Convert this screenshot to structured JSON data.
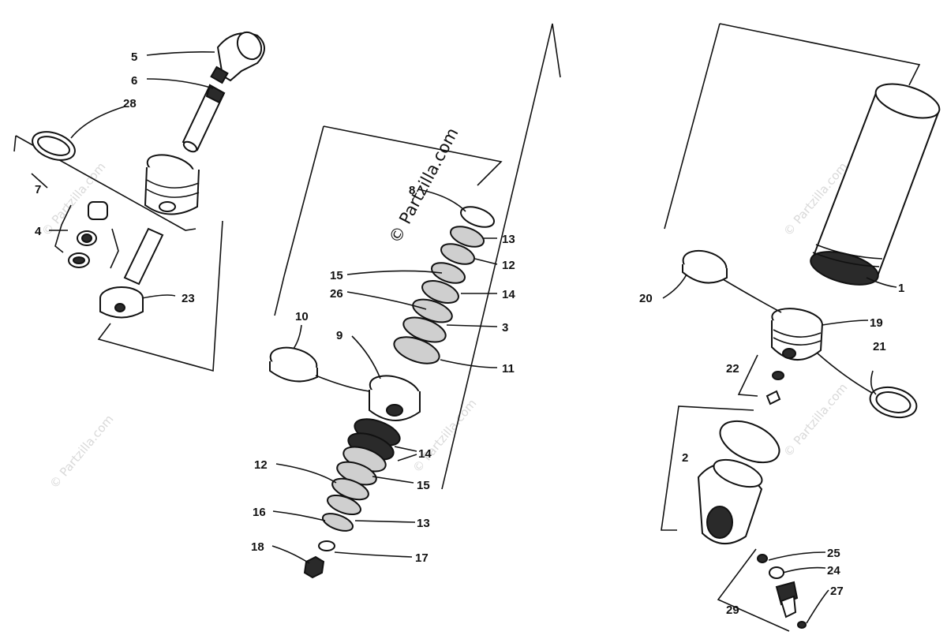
{
  "watermarks": {
    "main": "© Partzilla.com",
    "faint": "© Partzilla.com"
  },
  "labels": {
    "l1": "1",
    "l2": "2",
    "l3": "3",
    "l4": "4",
    "l5": "5",
    "l6": "6",
    "l7": "7",
    "l8": "8",
    "l9": "9",
    "l10": "10",
    "l11": "11",
    "l12a": "12",
    "l12b": "12",
    "l13a": "13",
    "l13b": "13",
    "l14a": "14",
    "l14b": "14",
    "l15a": "15",
    "l15b": "15",
    "l16": "16",
    "l17": "17",
    "l18": "18",
    "l19": "19",
    "l20": "20",
    "l21": "21",
    "l22": "22",
    "l23": "23",
    "l24": "24",
    "l25": "25",
    "l26": "26",
    "l27": "27",
    "l28": "28",
    "l29": "29"
  },
  "colors": {
    "ink": "#111111",
    "watermark": "#d9d9d9",
    "background": "#ffffff"
  }
}
